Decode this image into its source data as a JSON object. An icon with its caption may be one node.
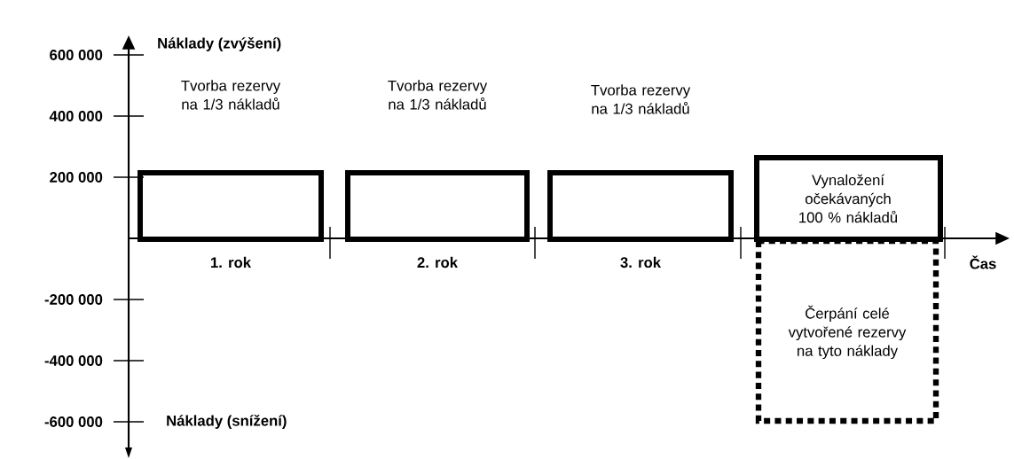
{
  "diagram": {
    "nodes": [
      {
        "text": [
          "Tvorba rezervy na 1/3 nákladů"
        ]
      },
      {
        "text": [
          "Tvorba rezervy na 1/3 nákladů"
        ]
      },
      {
        "text": [
          "Tvorba rezervy na 1/3 nákladů"
        ]
      },
      {
        "text": [
          "Vynaložení očekávaných 100 % nákladů"
        ]
      },
      {
        "text": [
          "Čerpání celé vytvořené rezervy na tyto náklady"
        ]
      }
    ],
    "labels": [
      "Náklady (zvýšení)",
      "600 000",
      "400 000",
      "200 000",
      "1. rok",
      "2. rok",
      "3. rok",
      "Čas",
      "-200 000",
      "-400 000",
      "-600 000",
      "Náklady (snížení)"
    ]
  }
}
